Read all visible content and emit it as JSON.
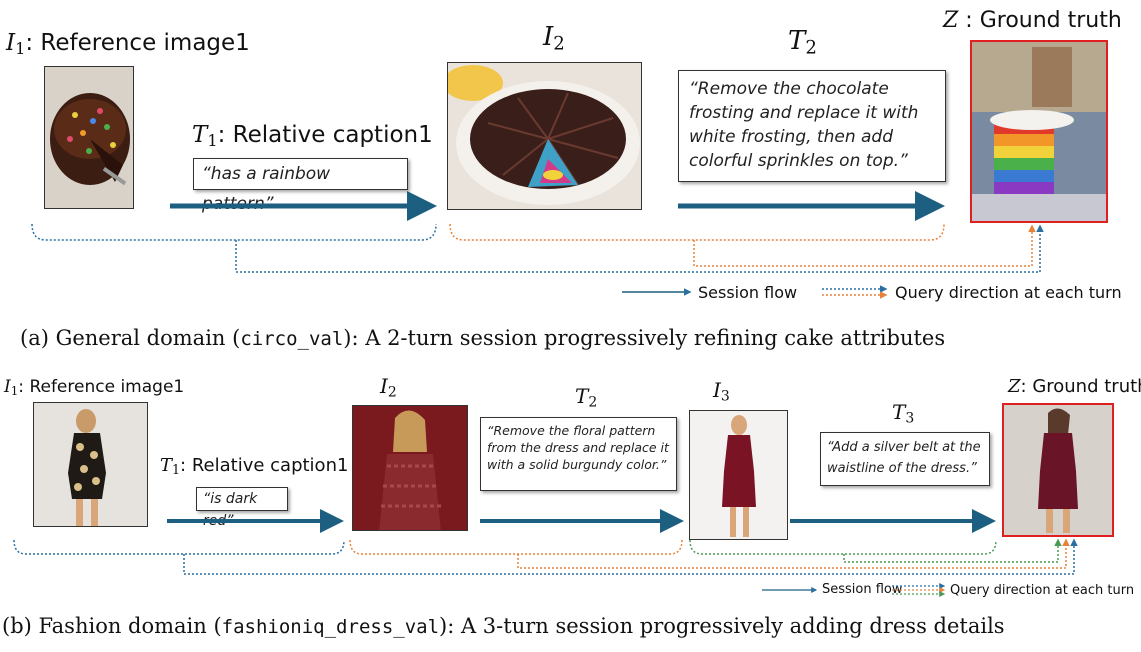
{
  "panel_a": {
    "i1_label": "Reference image1",
    "t1_label": "Relative caption1",
    "t1_caption": "“has a rainbow pattern”",
    "t2_caption": "“Remove the chocolate frosting and replace it with white frosting, then add colorful sprinkles on top.”",
    "z_label": "Ground truth",
    "legend_session": "Session flow",
    "legend_query": "Query direction at each turn",
    "subcaption_prefix": "(a) General domain (",
    "subcaption_code": "circo_val",
    "subcaption_suffix": "): A 2-turn session progressively refining cake attributes"
  },
  "panel_b": {
    "i1_label": "Reference image1",
    "t1_label": "Relative caption1",
    "t1_caption": "“is dark red”",
    "t2_caption": "“Remove the floral pattern from the dress and replace it with a solid burgundy color.”",
    "t3_caption": "“Add a silver belt at the waistline of the dress.”",
    "z_label": "Ground truth",
    "legend_session": "Session flow",
    "legend_query": "Query direction at each turn",
    "subcaption_prefix": "(b) Fashion domain (",
    "subcaption_code": "fashioniq_dress_val",
    "subcaption_suffix": "): A 3-turn session progressively adding dress details"
  },
  "colors": {
    "session_arrow": "#1c5f80",
    "query_blue": "#2a6fa0",
    "query_orange": "#e8823a",
    "query_green": "#4a9a55",
    "ground_truth_border": "#e02020"
  }
}
